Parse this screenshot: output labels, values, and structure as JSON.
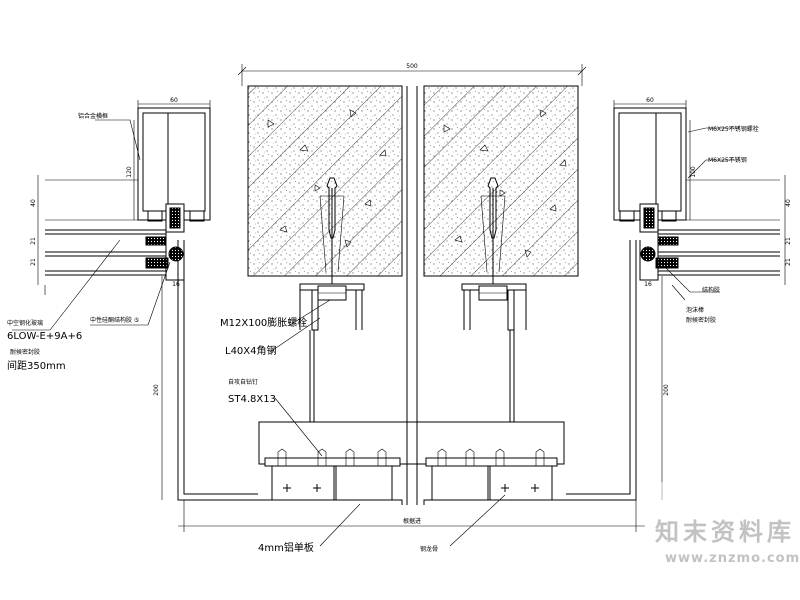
{
  "dimensions": {
    "top_width": "500",
    "left_frame_width": "60",
    "right_frame_width": "60",
    "left_frame_depth": "120",
    "right_frame_depth": "100",
    "left_vertical_200": "200",
    "right_vertical_200": "200",
    "left_d40": "40",
    "left_d21a": "21",
    "left_d21b": "21",
    "right_d40": "40",
    "right_d21a": "21",
    "right_d21b": "21",
    "left_d16": "16",
    "right_d16": "16",
    "bottom_span": "根据进"
  },
  "labels": {
    "left_top_callout": "铝合金横框",
    "left_glass_label": "中空钢化玻璃",
    "left_glass_spec": "6LOW-E+9A+6",
    "left_bead_label": "中性硅酮结构胶 ⑤",
    "left_note": "间距350mm",
    "left_seal": "耐候密封胶",
    "bolt": "M12X100膨胀螺栓",
    "angle": "L40X4角钢",
    "screw_title": "自攻自钻钉",
    "screw_spec": "ST4.8X13",
    "panel": "4mm铝单板",
    "bottom_right": "钢龙骨",
    "right_upper_1": "M6X25不锈钢螺栓",
    "right_upper_2": "M6X25不锈钢",
    "right_lower_1": "泡沫棒",
    "right_lower_2": "耐候密封胶",
    "right_lower_3": "结构胶"
  },
  "watermark": {
    "brand": "知末资料库",
    "url": "www.znzmo.com"
  },
  "colors": {
    "line": "#000000",
    "watermark": "#9a9a9a",
    "background": "#ffffff"
  }
}
